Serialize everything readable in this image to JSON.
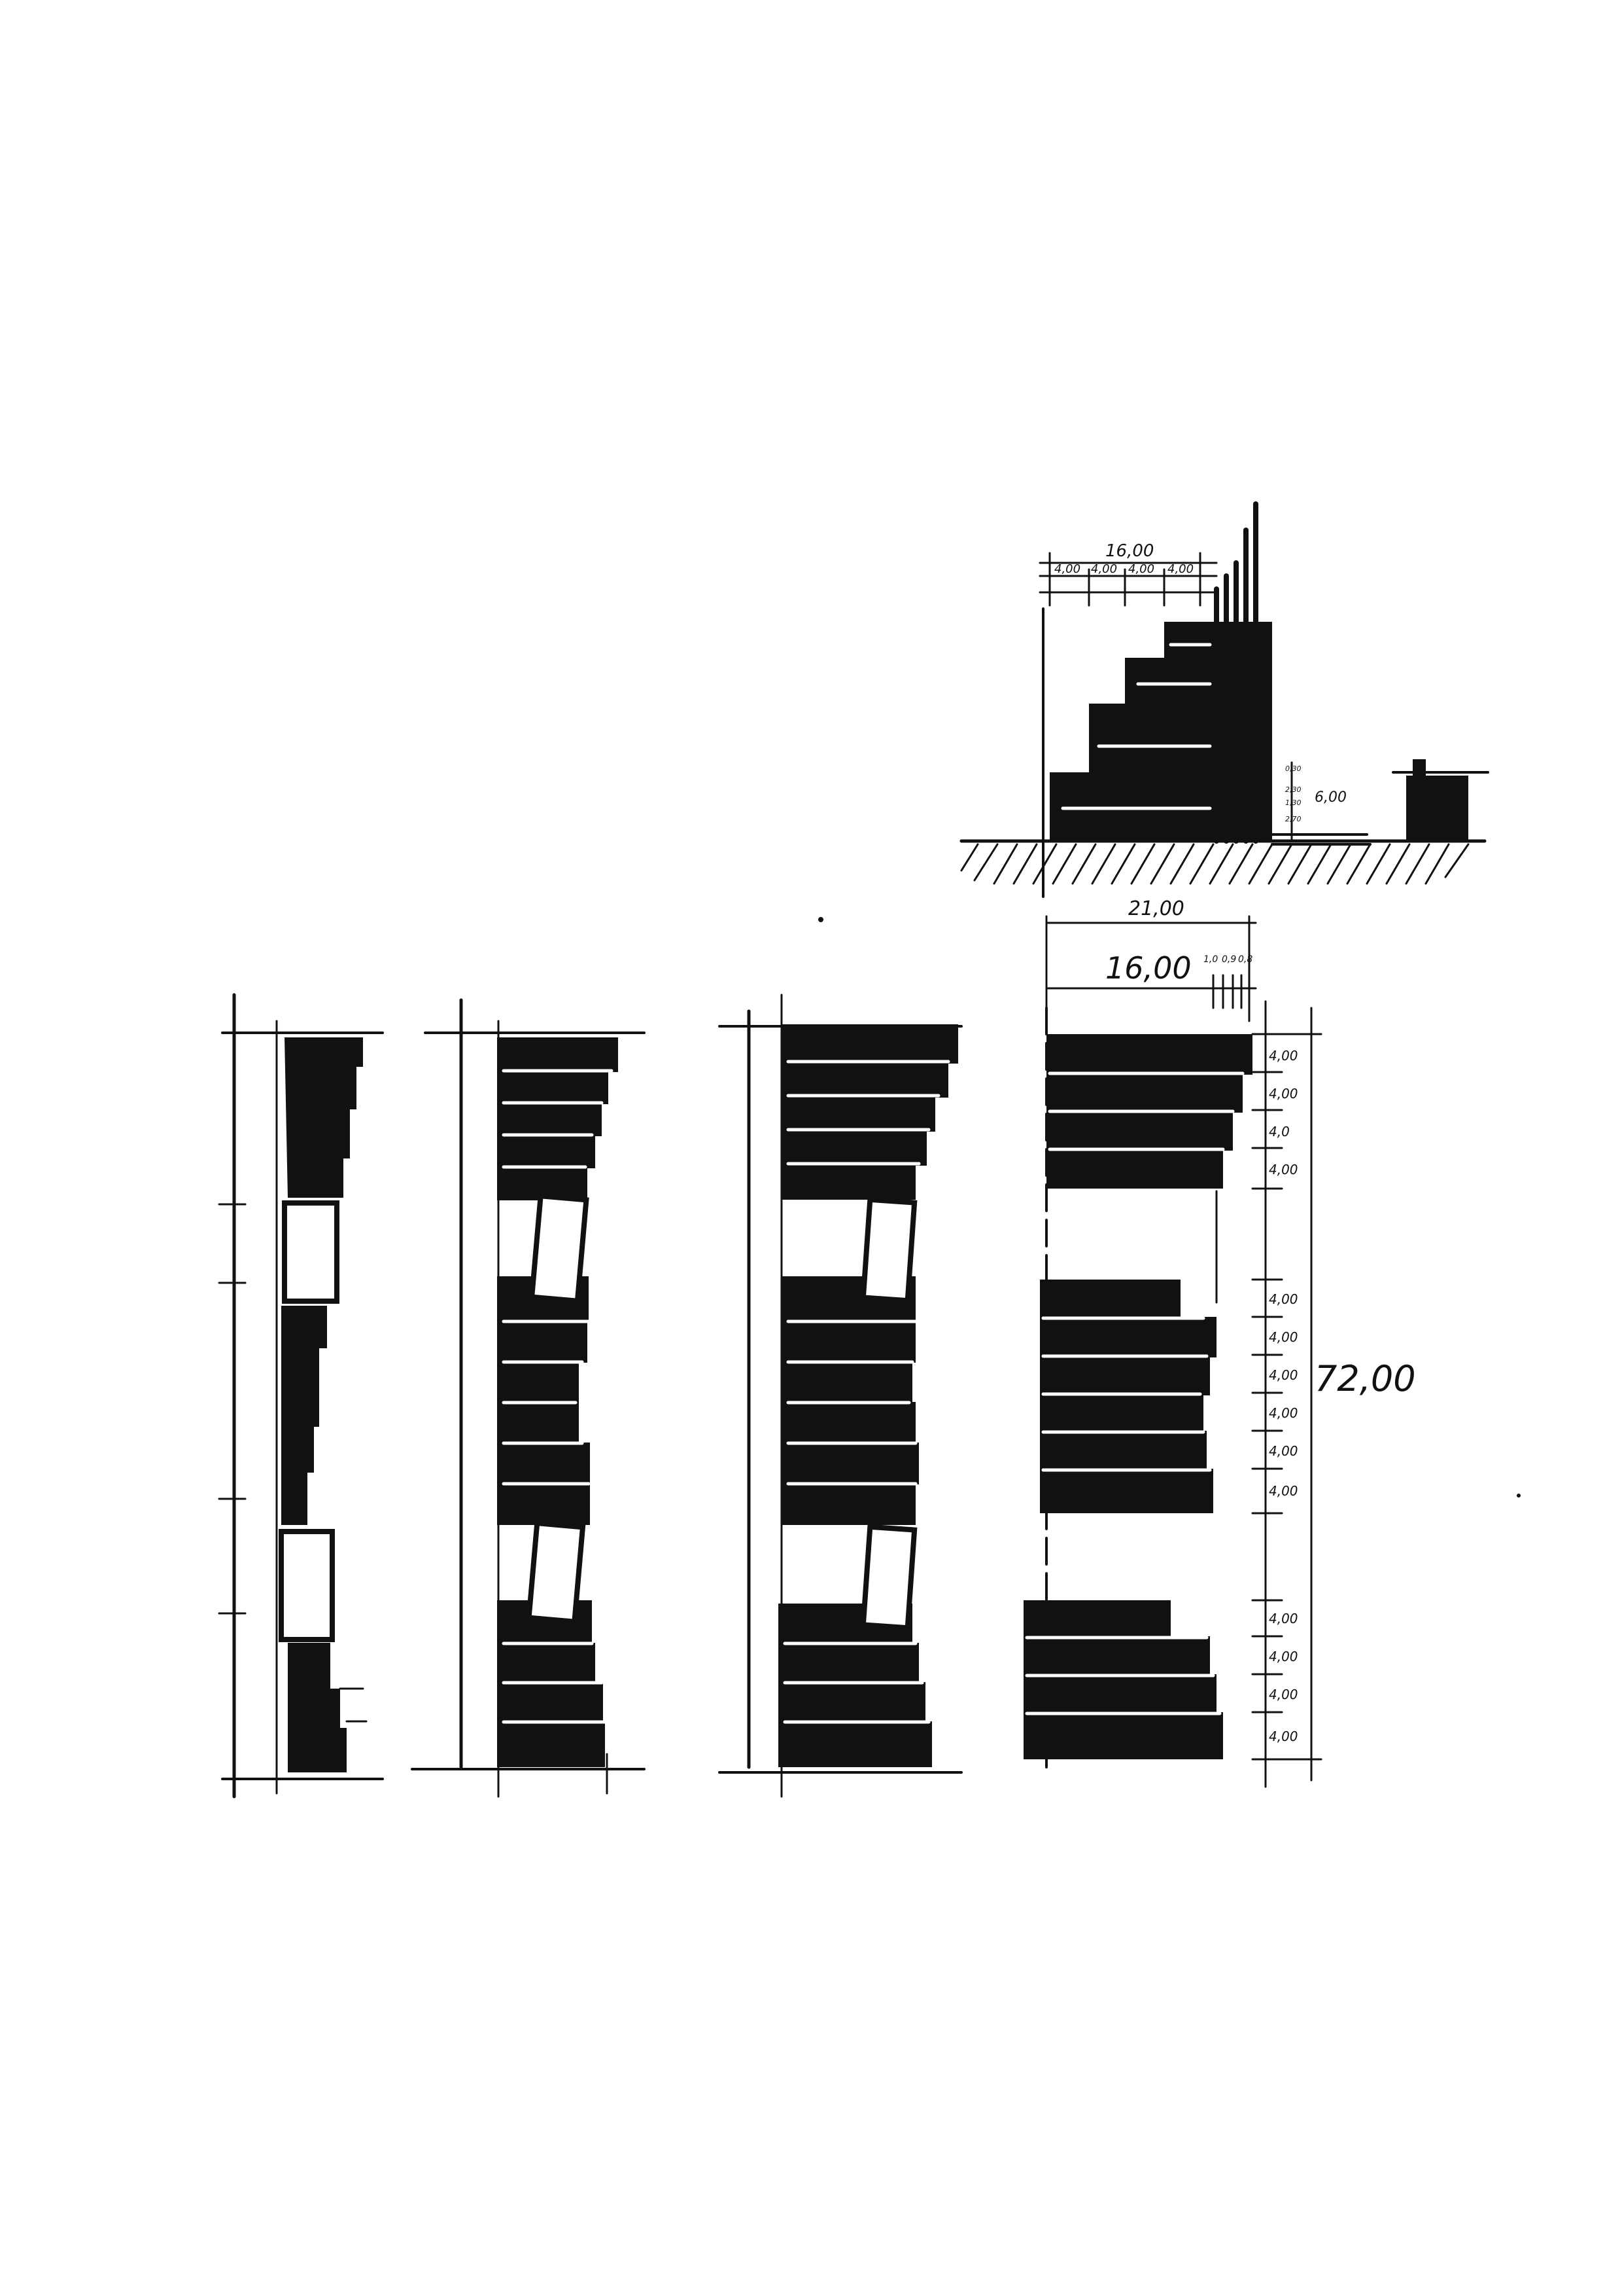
{
  "section": {
    "total_width": "16,00",
    "bay_widths": [
      "4,00",
      "4,00",
      "4,00",
      "4,00"
    ],
    "low_block_levels": [
      "0,30",
      "2,30",
      "1,30",
      "2,70"
    ],
    "low_block_height": "6,00"
  },
  "elevation": {
    "overall_width": "21,00",
    "main_width": "16,00",
    "small_dims": [
      "1,0",
      "0,9",
      "0,8"
    ],
    "floor_heights": [
      "4,00",
      "4,00",
      "4,0",
      "4,00",
      "4,00",
      "4,00",
      "4,00",
      "4,00",
      "4,00",
      "4,00",
      "4,00",
      "4,00",
      "4,00",
      "4,00"
    ],
    "total_height": "72,00"
  }
}
